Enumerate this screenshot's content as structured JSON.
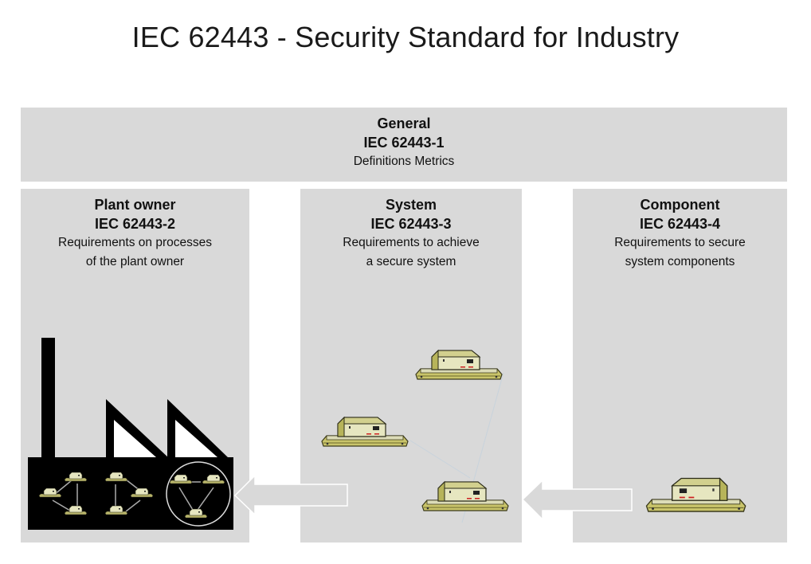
{
  "title": "IEC 62443 - Security Standard for Industry",
  "general": {
    "heading": "General",
    "standard": "IEC 62443-1",
    "description": "Definitions Metrics"
  },
  "columns": [
    {
      "heading": "Plant owner",
      "standard": "IEC 62443-2",
      "description_line1": "Requirements on processes",
      "description_line2": "of the plant owner",
      "illustration": "factory-icon"
    },
    {
      "heading": "System",
      "standard": "IEC 62443-3",
      "description_line1": "Requirements to achieve",
      "description_line2": "a secure system",
      "illustration": "networked-machines-icon"
    },
    {
      "heading": "Component",
      "standard": "IEC 62443-4",
      "description_line1": "Requirements to secure",
      "description_line2": "system components",
      "illustration": "machine-icon"
    }
  ],
  "colors": {
    "box_fill": "#d9d9d9",
    "machine_body": "#e6e6c0",
    "machine_base": "#c9c46a",
    "factory": "#000000"
  }
}
